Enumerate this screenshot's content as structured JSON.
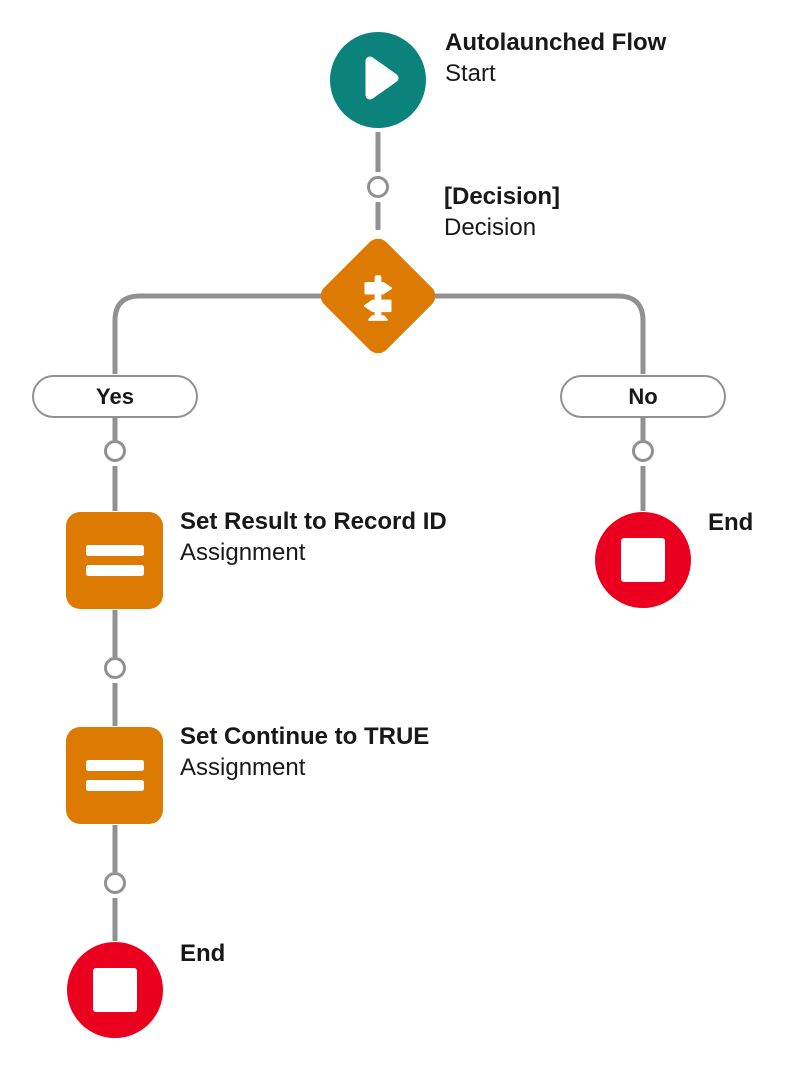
{
  "colors": {
    "canvas": "#ffffff",
    "start": "#0b827c",
    "decision": "#dd7a01",
    "assignment": "#dd7a01",
    "end": "#ea001e",
    "connector": "#919191",
    "text": "#181818"
  },
  "flow": {
    "start": {
      "title": "Autolaunched Flow",
      "subtitle": "Start",
      "icon": "play-icon"
    },
    "decision": {
      "title": "[Decision]",
      "subtitle": "Decision",
      "icon": "signpost-icon"
    },
    "branches": {
      "yes": "Yes",
      "no": "No"
    },
    "yes_branch": [
      {
        "title": "Set Result to Record ID",
        "subtitle": "Assignment",
        "icon": "assignment-equals-icon"
      },
      {
        "title": "Set Continue to TRUE",
        "subtitle": "Assignment",
        "icon": "assignment-equals-icon"
      },
      {
        "title": "End",
        "icon": "end-stop-icon"
      }
    ],
    "no_branch": [
      {
        "title": "End",
        "icon": "end-stop-icon"
      }
    ]
  }
}
